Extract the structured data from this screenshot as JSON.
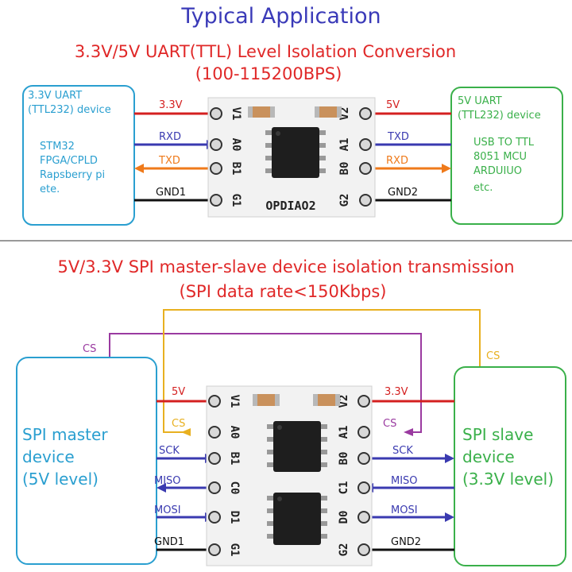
{
  "titles": {
    "main": "Typical Application",
    "uart_line1": "3.3V/5V UART(TTL) Level Isolation Conversion",
    "uart_line2": "(100-115200BPS)",
    "spi_line1": "5V/3.3V SPI master-slave device isolation transmission",
    "spi_line2": "(SPI data rate<150Kbps)"
  },
  "uart": {
    "left_device": {
      "header": [
        "3.3V UART",
        "(TTL232) device"
      ],
      "body": [
        "STM32",
        "FPGA/CPLD",
        "Rapsberry pi",
        "ete."
      ]
    },
    "right_device": {
      "header": [
        "5V UART",
        "(TTL232) device"
      ],
      "body": [
        "USB TO TTL",
        "8051 MCU",
        "ARDUIUO",
        "etc."
      ]
    },
    "left_wires": [
      "3.3V",
      "RXD",
      "TXD",
      "GND1"
    ],
    "right_wires": [
      "5V",
      "TXD",
      "RXD",
      "GND2"
    ],
    "left_pins": [
      "V1",
      "A0",
      "B1",
      "G1"
    ],
    "right_pins": [
      "V2",
      "A1",
      "B0",
      "G2"
    ],
    "board_label": "OPDIAO2"
  },
  "spi": {
    "master": [
      "SPI master",
      "device",
      "(5V level)"
    ],
    "slave": [
      "SPI slave",
      "device",
      "(3.3V level)"
    ],
    "left_wires": [
      "5V",
      "CS",
      "SCK",
      "MISO",
      "MOSI",
      "GND1"
    ],
    "right_wires": [
      "3.3V",
      "CS",
      "SCK",
      "MISO",
      "MOSI",
      "GND2"
    ],
    "left_pins": [
      "V1",
      "A0",
      "B1",
      "C0",
      "D1",
      "G1"
    ],
    "right_pins": [
      "V2",
      "A1",
      "B0",
      "C1",
      "D0",
      "G2"
    ],
    "cs_loop_left": "CS",
    "cs_loop_right": "CS"
  },
  "colors": {
    "title_blue": "#3a3ab8",
    "title_red": "#e02828",
    "device_blue": "#2a9fd0",
    "device_green": "#3ab04a",
    "wire_red": "#d42020",
    "wire_blue": "#3a3ab0",
    "wire_orange": "#ef7a1a",
    "wire_black": "#111111",
    "wire_purple": "#9a3aa0",
    "wire_yellow": "#e8b020"
  }
}
